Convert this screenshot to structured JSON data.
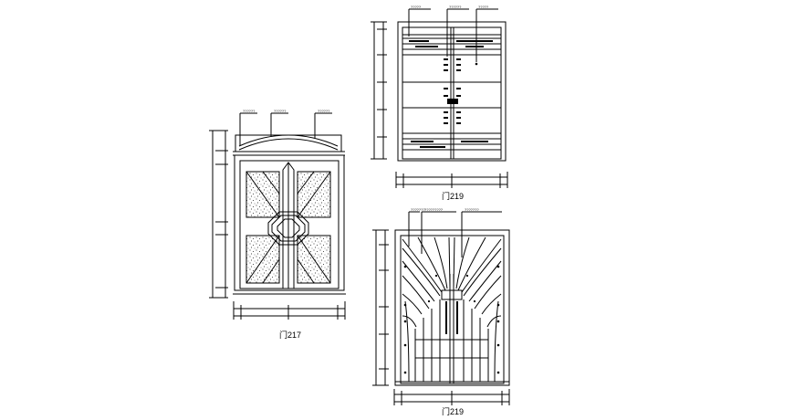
{
  "drawing": {
    "line_color": "#000000",
    "background": "#ffffff",
    "elevations": [
      {
        "id": "door-217",
        "label": "门217",
        "callouts": [
          "??????",
          "??????",
          "??????"
        ]
      },
      {
        "id": "door-219-top",
        "label": "门219",
        "callouts": [
          "?????",
          "??????",
          "?????"
        ]
      },
      {
        "id": "door-219-bottom",
        "label": "门219",
        "callouts": [
          "???????",
          "?????????",
          "???????"
        ]
      }
    ]
  }
}
